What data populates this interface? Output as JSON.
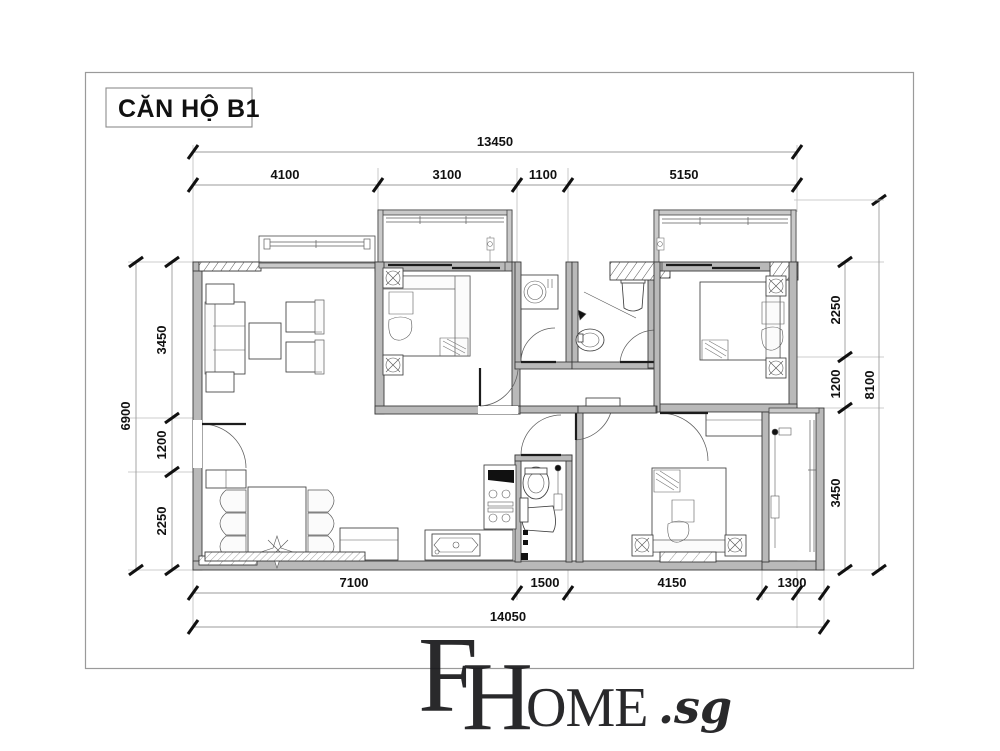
{
  "document": {
    "title_label": "CĂN HỘ B1",
    "watermark": {
      "f": "F",
      "h": "H",
      "ome": "OME",
      "sg": ".sg",
      "full": "FHOME.sg"
    }
  },
  "dimensions": {
    "top_overall": "13450",
    "top_segments": [
      "4100",
      "3100",
      "1100",
      "5150"
    ],
    "bottom_segments": [
      "7100",
      "1500",
      "4150",
      "1300"
    ],
    "bottom_overall": "14050",
    "left_overall": "6900",
    "left_segments": [
      "3450",
      "1200",
      "2250"
    ],
    "right_overall": "8100",
    "right_segments": [
      "2250",
      "1200",
      "3450"
    ],
    "unit": "mm"
  },
  "plan": {
    "rooms": [
      {
        "name": "living-room",
        "label": ""
      },
      {
        "name": "dining-area",
        "label": ""
      },
      {
        "name": "kitchen",
        "label": ""
      },
      {
        "name": "bedroom-1",
        "label": ""
      },
      {
        "name": "bedroom-2-master",
        "label": ""
      },
      {
        "name": "bedroom-3",
        "label": ""
      },
      {
        "name": "bathroom-1",
        "label": ""
      },
      {
        "name": "bathroom-2",
        "label": ""
      },
      {
        "name": "laundry",
        "label": ""
      },
      {
        "name": "balcony-left",
        "label": ""
      },
      {
        "name": "balcony-right",
        "label": ""
      },
      {
        "name": "corridor",
        "label": ""
      }
    ],
    "fixtures": [
      "sofa-3-seat",
      "armchair",
      "coffee-table",
      "tv-console",
      "dining-table",
      "dining-chair",
      "kitchen-counter",
      "kitchen-sink",
      "cooktop",
      "double-bed",
      "nightstand",
      "wardrobe",
      "toilet",
      "washbasin",
      "shower",
      "washing-machine",
      "entry-door"
    ]
  },
  "colors": {
    "paper": "#ffffff",
    "frame": "#9a9a9a",
    "wall": "#b9b9b9",
    "ink": "#111111",
    "dim": "#9b9b9b"
  }
}
